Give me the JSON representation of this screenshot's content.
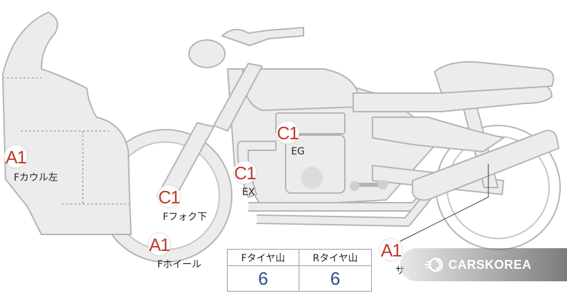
{
  "markers": [
    {
      "id": "front-cowl-left",
      "code": "A1",
      "label": "Fカウル左"
    },
    {
      "id": "front-fork-lower",
      "code": "C1",
      "label": "Fフォク下"
    },
    {
      "id": "front-wheel",
      "code": "A1",
      "label": "Fホイール"
    },
    {
      "id": "engine",
      "code": "C1",
      "label": "EG"
    },
    {
      "id": "exhaust",
      "code": "C1",
      "label": "EX"
    },
    {
      "id": "silencer",
      "code": "A1",
      "label": "サ"
    }
  ],
  "tread_table": {
    "front_header": "Fタイヤ山",
    "rear_header": "Rタイヤ山",
    "front_value": "6",
    "rear_value": "6"
  },
  "watermark": {
    "brand": "CARSKOREA",
    "icon": "carskorea-logo-icon"
  },
  "colors": {
    "part_fill": "#ececec",
    "part_stroke": "#b4b4b4",
    "marker_text": "#c0392b",
    "table_value": "#2c4a8a"
  }
}
